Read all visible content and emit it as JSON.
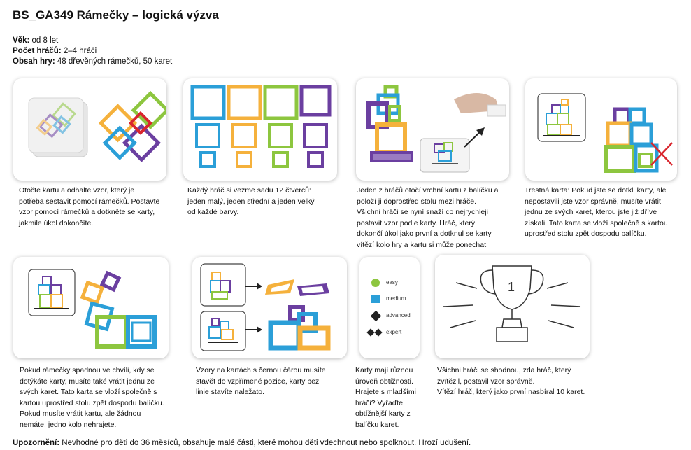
{
  "title": "BS_GA349 Rámečky – logická výzva",
  "meta": {
    "age_label": "Věk:",
    "age_value": " od 8 let",
    "players_label": "Počet hráčů:",
    "players_value": " 2–4 hráči",
    "contents_label": "Obsah hry:",
    "contents_value": " 48 dřevěných rámečků, 50 karet"
  },
  "steps": [
    "Otočte kartu a odhalte vzor, který je\npotřeba sestavit pomocí rámečků. Postavte\nvzor pomocí rámečků a dotkněte se karty,\njakmile úkol dokončíte.",
    "Každý hráč si vezme sadu 12 čtverců:\njeden malý, jeden střední a jeden velký\nod každé barvy.",
    "Jeden z hráčů otočí vrchní kartu z balíčku a\npoloží ji doprostřed stolu mezi hráče.\nVšichni hráči se nyní snaží co nejrychleji\npostavit vzor podle karty. Hráč, který\ndokončí úkol jako první a dotknul se karty\nvítězí kolo hry a kartu si může ponechat.",
    "Trestná karta: Pokud jste se dotkli karty, ale\nnepostavili jste vzor správně, musíte vrátit\njednu ze svých karet, kterou jste již dříve\nzískali. Tato karta se vloží společně s kartou\nuprostřed stolu zpět dospodu balíčku.",
    "Pokud rámečky spadnou ve chvíli, kdy se\ndotýkáte karty, musíte také vrátit jednu ze\nsvých karet. Tato karta se vloží společně s\nkartou uprostřed stolu zpět dospodu balíčku.\nPokud musíte vrátit kartu, ale žádnou\nnemáte, jedno kolo nehrajete.",
    "Vzory na kartách s černou čárou musíte\nstavět do vzpřímené pozice, karty bez\nlinie stavíte naležato.",
    "Karty mají různou\núroveň obtížnosti.\nHrajete s mladšími\nhráči? Vyřaďte\nobtížnější karty z\nbalíčku karet.",
    "Všichni hráči se shodnou, zda hráč, který\nzvítězil, postavil vzor správně.\nVítězí hráč, který jako první nasbíral 10 karet."
  ],
  "difficulty": [
    "easy",
    "medium",
    "advanced",
    "expert"
  ],
  "trophy_number": "1",
  "footer": {
    "label": "Upozornění:",
    "text": " Nevhodné pro děti do 36 měsíců, obsahuje malé části, které mohou děti vdechnout nebo spolknout. Hrozí udušení."
  },
  "colors": {
    "blue": "#2b9fd8",
    "orange": "#f5b13c",
    "green": "#8dc63f",
    "purple": "#6b3fa0",
    "red": "#d9262e"
  }
}
